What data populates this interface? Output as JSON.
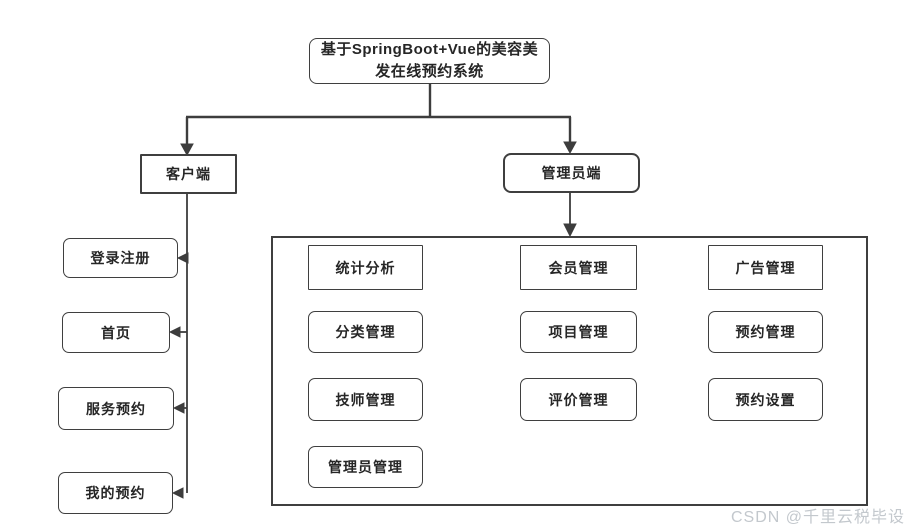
{
  "diagram": {
    "title": "基于SpringBoot+Vue的美容美发在线预约系统",
    "nodes": {
      "root_line1": "基于SpringBoot+Vue的美容美",
      "root_line2": "发在线预约系统",
      "client": "客户端",
      "admin": "管理员端",
      "client_children": [
        "登录注册",
        "首页",
        "服务预约",
        "我的预约"
      ],
      "admin_columns": [
        [
          "统计分析",
          "分类管理",
          "技师管理",
          "管理员管理"
        ],
        [
          "会员管理",
          "项目管理",
          "评价管理"
        ],
        [
          "广告管理",
          "预约管理",
          "预约设置"
        ]
      ]
    },
    "colors": {
      "line": "#3d3d3d",
      "box_border": "#3f3f3f",
      "text": "#262626",
      "watermark": "#c3c8cd",
      "background": "#ffffff"
    }
  },
  "watermark": "CSDN @千里云税毕设"
}
